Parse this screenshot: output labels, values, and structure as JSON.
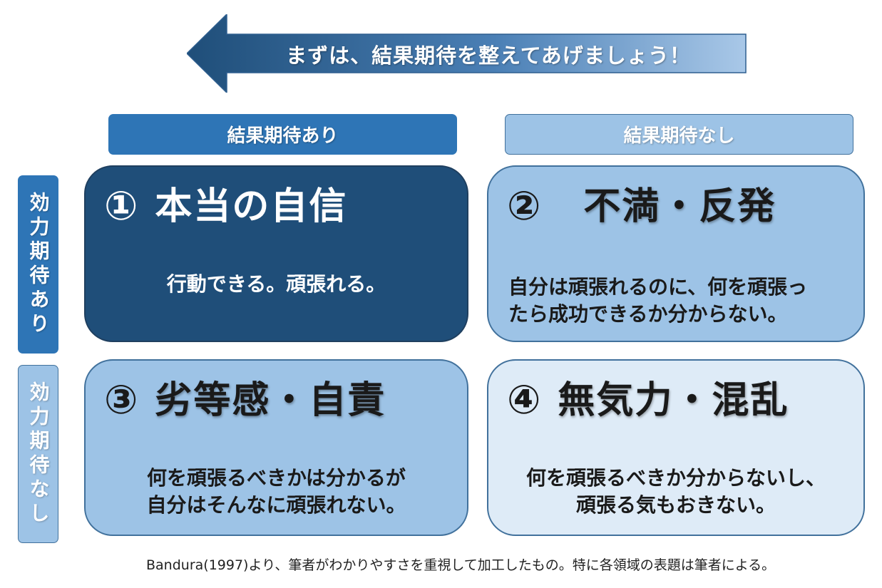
{
  "arrow": {
    "label": "まずは、結果期待を整えてあげましょう！"
  },
  "columns": {
    "yes": "結果期待あり",
    "no": "結果期待なし"
  },
  "rows": {
    "yes": "効力期待あり",
    "no": "効力期待なし"
  },
  "quadrants": [
    {
      "num": "①",
      "title": "本当の自信",
      "desc": [
        "行動できる。頑張れる。"
      ]
    },
    {
      "num": "②",
      "title": "不満・反発",
      "desc": [
        "自分は頑張れるのに、何を頑張っ",
        "たら成功できるか分からない。"
      ]
    },
    {
      "num": "③",
      "title": "劣等感・自責",
      "desc": [
        "何を頑張るべきかは分かるが",
        "自分はそんなに頑張れない。"
      ]
    },
    {
      "num": "④",
      "title": "無気力・混乱",
      "desc": [
        "何を頑張るべきか分からないし、",
        "頑張る気もおきない。"
      ]
    }
  ],
  "footnote": "Bandura(1997)より、筆者がわかりやすさを重視して加工したもの。特に各領域の表題は筆者による。",
  "colors": {
    "dark_navy": "#1f4e79",
    "mid_blue": "#2e75b6",
    "light_blue": "#9dc3e6",
    "pale_blue": "#deebf7",
    "border_blue": "#41719c"
  }
}
